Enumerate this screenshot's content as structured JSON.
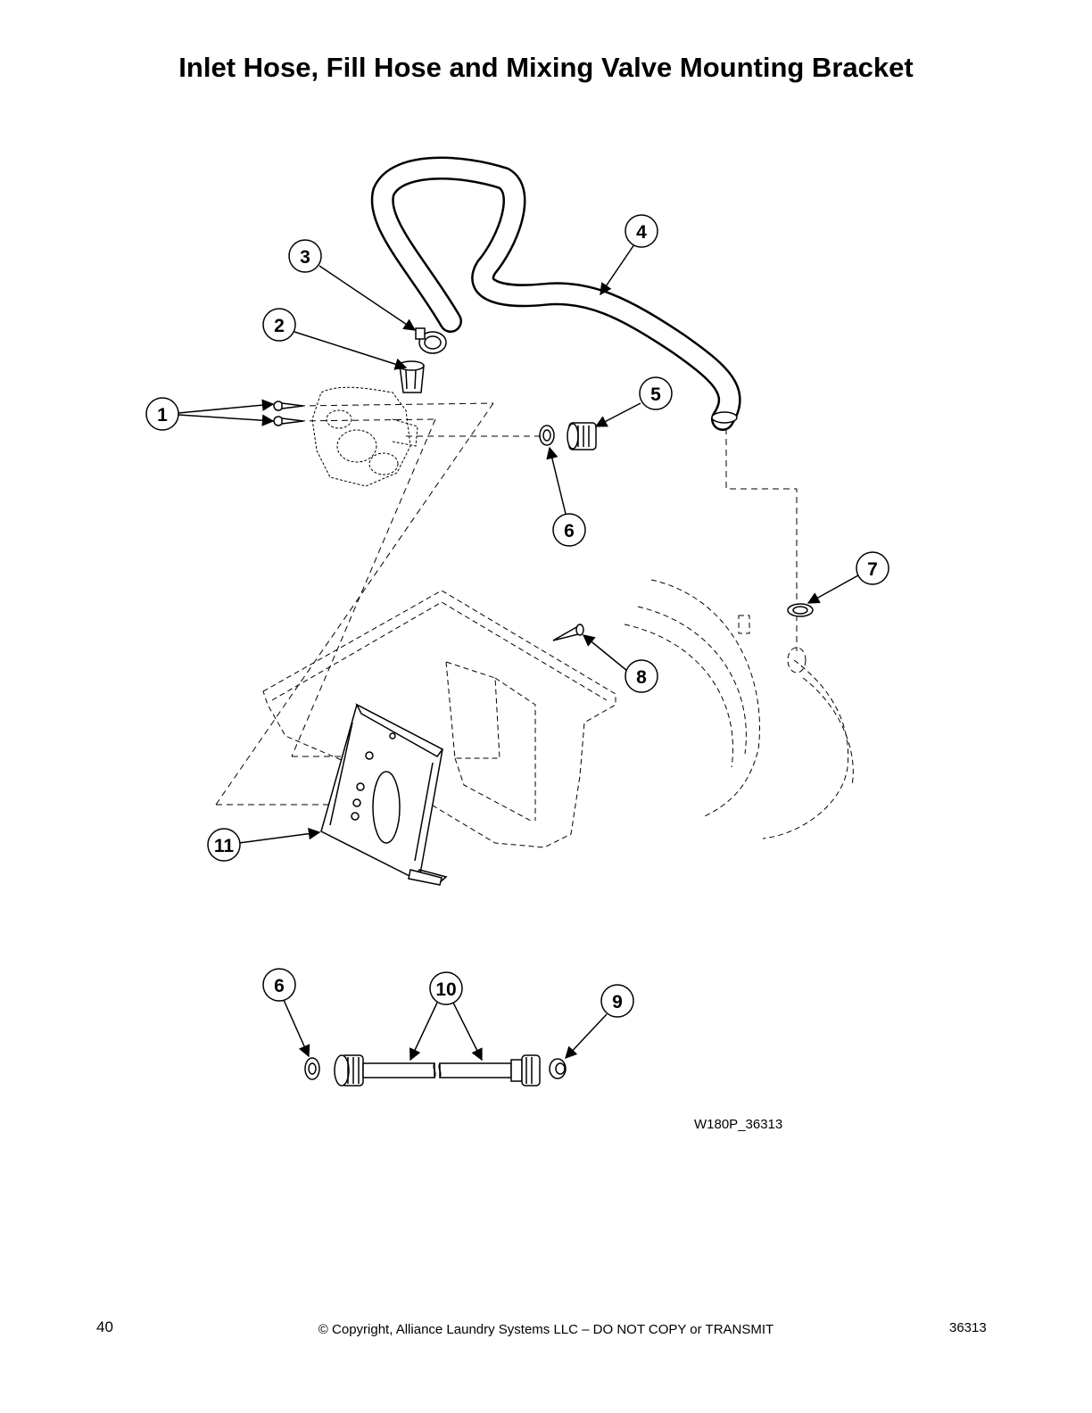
{
  "page": {
    "title": "Inlet Hose, Fill Hose and Mixing Valve Mounting Bracket",
    "figure_id": "W180P_36313",
    "page_number": "40",
    "copyright": "© Copyright, Alliance Laundry Systems LLC – DO NOT COPY or TRANSMIT",
    "document_number": "36313"
  },
  "callouts": {
    "c1": "1",
    "c2": "2",
    "c3": "3",
    "c4": "4",
    "c5": "5",
    "c6a": "6",
    "c7": "7",
    "c8": "8",
    "c6b": "6",
    "c9": "9",
    "c10": "10",
    "c11": "11"
  }
}
